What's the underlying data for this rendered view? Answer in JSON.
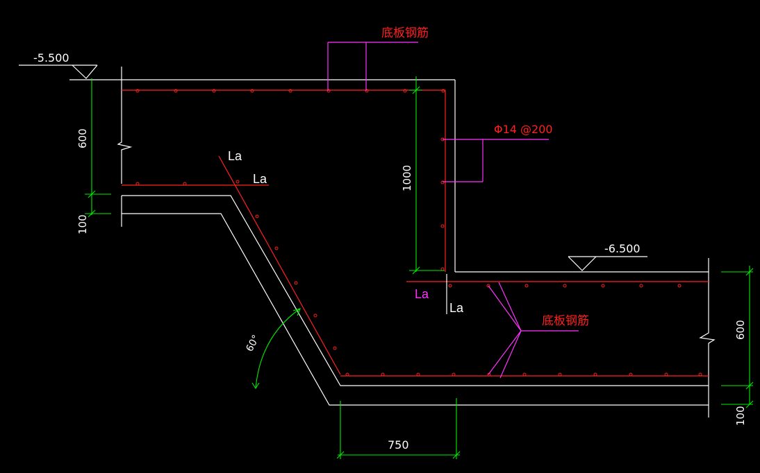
{
  "labels": {
    "elevation_top": "-5.500",
    "elevation_low": "-6.500",
    "rebar_top": "底板钢筋",
    "rebar_spec": "Φ14 @200",
    "rebar_bottom": "底板钢筋",
    "la_a": "La",
    "la_b": "La",
    "la_c": "La",
    "la_d": "La",
    "angle": "60°"
  },
  "dimensions": {
    "left_thickness": "600",
    "left_cover": "100",
    "step_height": "1000",
    "right_thickness": "600",
    "right_cover": "100",
    "bottom_width": "750"
  },
  "colors": {
    "background": "#000000",
    "concrete": "#ffffff",
    "rebar": "#ff2020",
    "leader": "#ff33ff",
    "dimension": "#00ee00",
    "label_red": "#ff2020",
    "label_magenta": "#ff33ff",
    "label_white": "#ffffff"
  }
}
